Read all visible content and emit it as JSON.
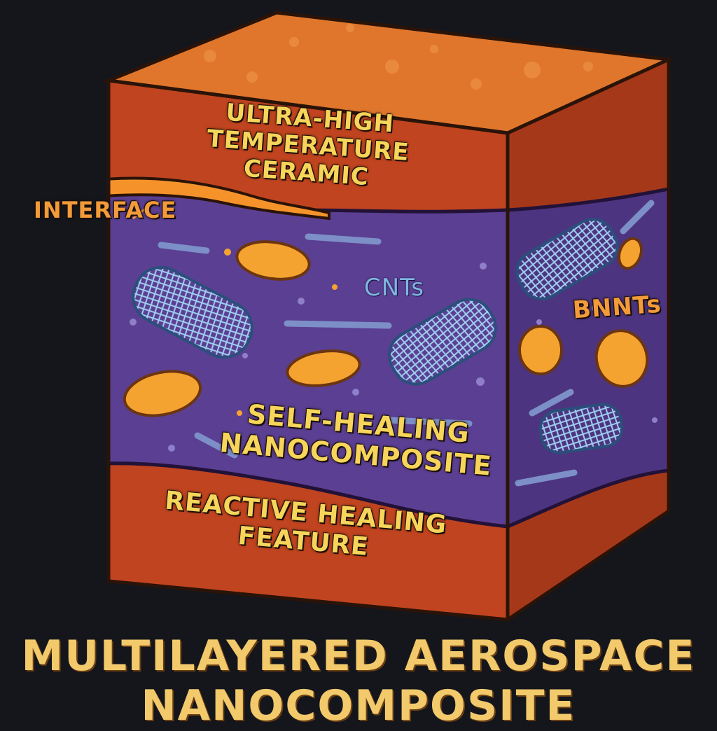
{
  "labels": {
    "top_layer_line1": "ULTRA-HIGH TEMPERATURE",
    "top_layer_line2": "CERAMIC",
    "interface": "INTERFACE",
    "cnts": "CNTs",
    "bnnts": "BNNTs",
    "middle_layer_line1": "SELF-HEALING",
    "middle_layer_line2": "NANOCOMPOSITE",
    "bottom_layer_line1": "REACTIVE HEALING",
    "bottom_layer_line2": "FEATURE"
  },
  "title": {
    "line1": "MULTILAYERED AEROSPACE",
    "line2": "NANOCOMPOSITE"
  },
  "colors": {
    "background": "#14161c",
    "ceramic": "#c0441f",
    "ceramic_top": "#e0762c",
    "nanocomposite": "#5b3f93",
    "healing_capsule": "#f5a330",
    "nanotube": "#6aa4c9",
    "label_yellow": "#f6d55a",
    "title": "#f2c96b"
  }
}
